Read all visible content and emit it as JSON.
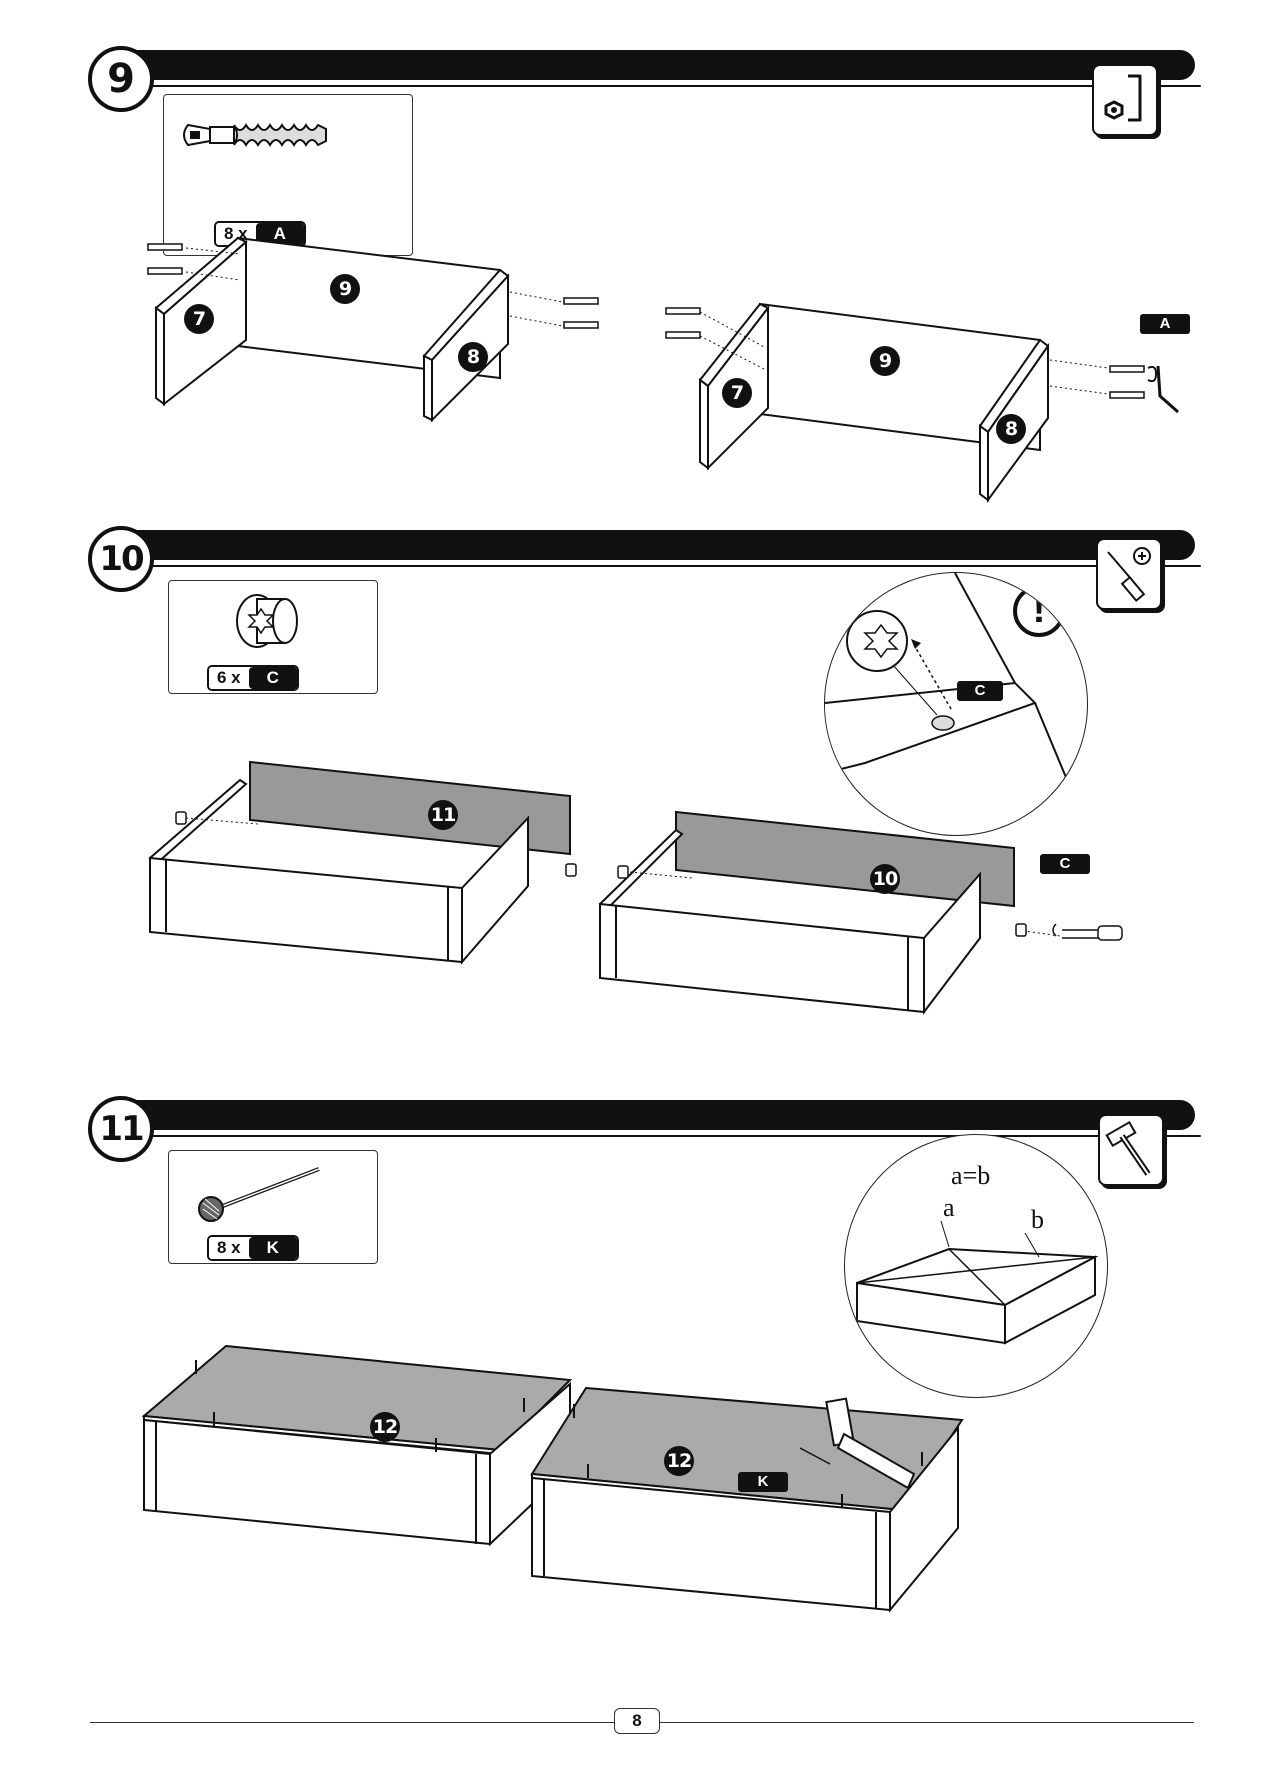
{
  "steps": [
    {
      "number": "9",
      "hardware": {
        "qty": "8 x",
        "letter": "A"
      },
      "tool": "hex-key-icon",
      "callout_letter": "A",
      "panels": {
        "back": "9",
        "left": "7",
        "right": "8"
      }
    },
    {
      "number": "10",
      "hardware": {
        "qty": "6 x",
        "letter": "C"
      },
      "tool": "screwdriver-icon",
      "callout_letter": "C",
      "detail_letter": "C",
      "warning": "!",
      "panels": {
        "left_back": "11",
        "right_back": "10"
      }
    },
    {
      "number": "11",
      "hardware": {
        "qty": "8 x",
        "letter": "K"
      },
      "tool": "hammer-icon",
      "callout_letter": "K",
      "panels": {
        "left_bottom": "12",
        "right_bottom": "12"
      },
      "detail": {
        "equation": "a=b",
        "a": "a",
        "b": "b"
      }
    }
  ],
  "footer": {
    "page_number": "8"
  }
}
